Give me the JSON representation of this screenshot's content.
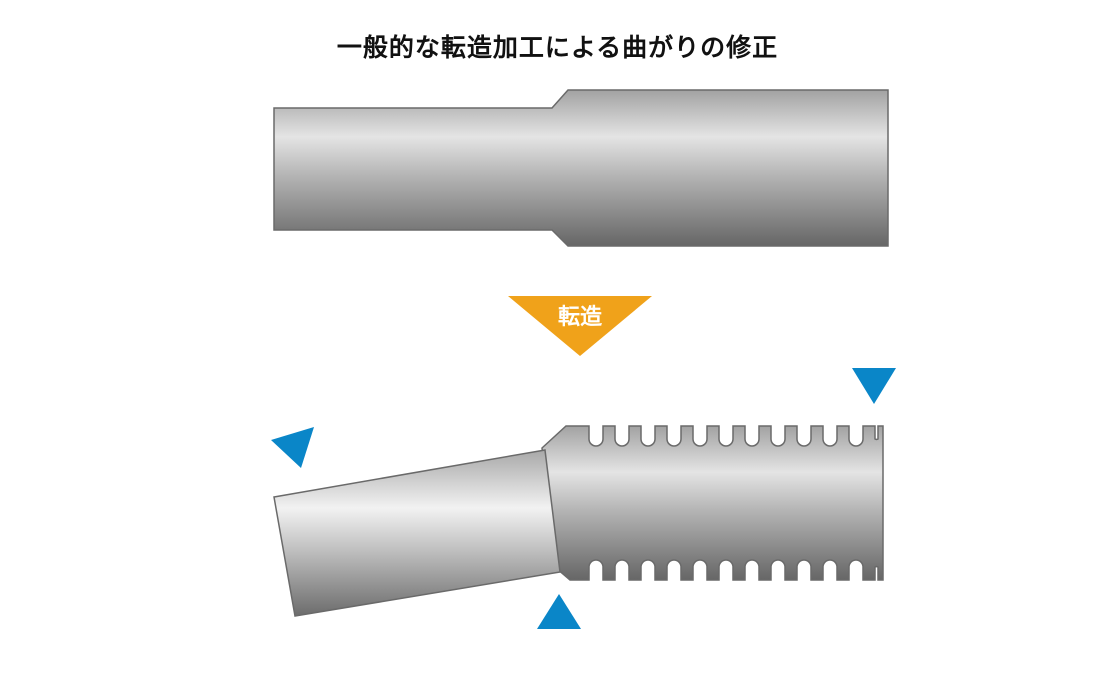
{
  "title": "一般的な転造加工による曲がりの修正",
  "process": {
    "label": "転造",
    "color": "#f0a21a"
  },
  "colors": {
    "pointer": "#0a86c8",
    "outline": "#666666",
    "metal_dark": "#6e6e6e",
    "metal_light": "#e6e6e6"
  },
  "icons": {
    "arrow": "down-triangle-arrow",
    "pointer": "triangle-pointer"
  }
}
